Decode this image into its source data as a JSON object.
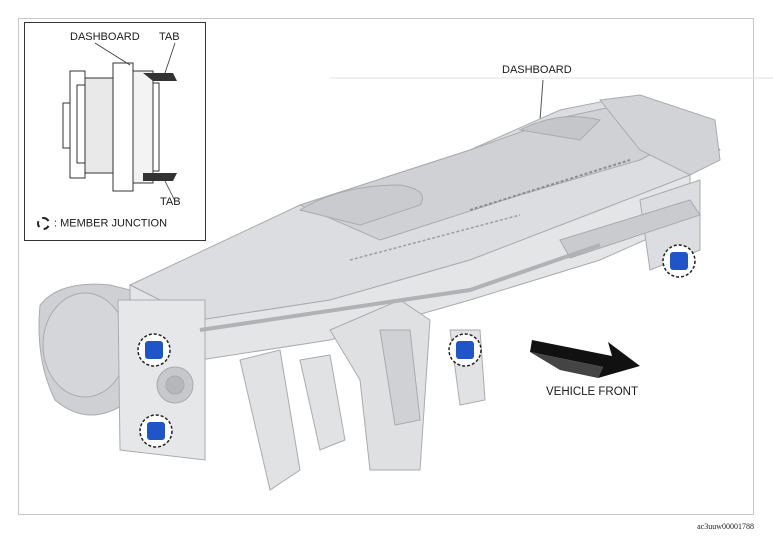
{
  "labels": {
    "dashboard_main": "DASHBOARD",
    "vehicle_front": "VEHICLE FRONT"
  },
  "inset": {
    "dashboard": "DASHBOARD",
    "tab_top": "TAB",
    "tab_bottom": "TAB",
    "legend": ": MEMBER JUNCTION"
  },
  "figure_code": "ac3uuw00001788",
  "colors": {
    "dashboard_fill": "#d8d9db",
    "dashboard_edge": "#a9abaf",
    "junction_marker": "#1f55c8",
    "arrow": "#111111"
  }
}
